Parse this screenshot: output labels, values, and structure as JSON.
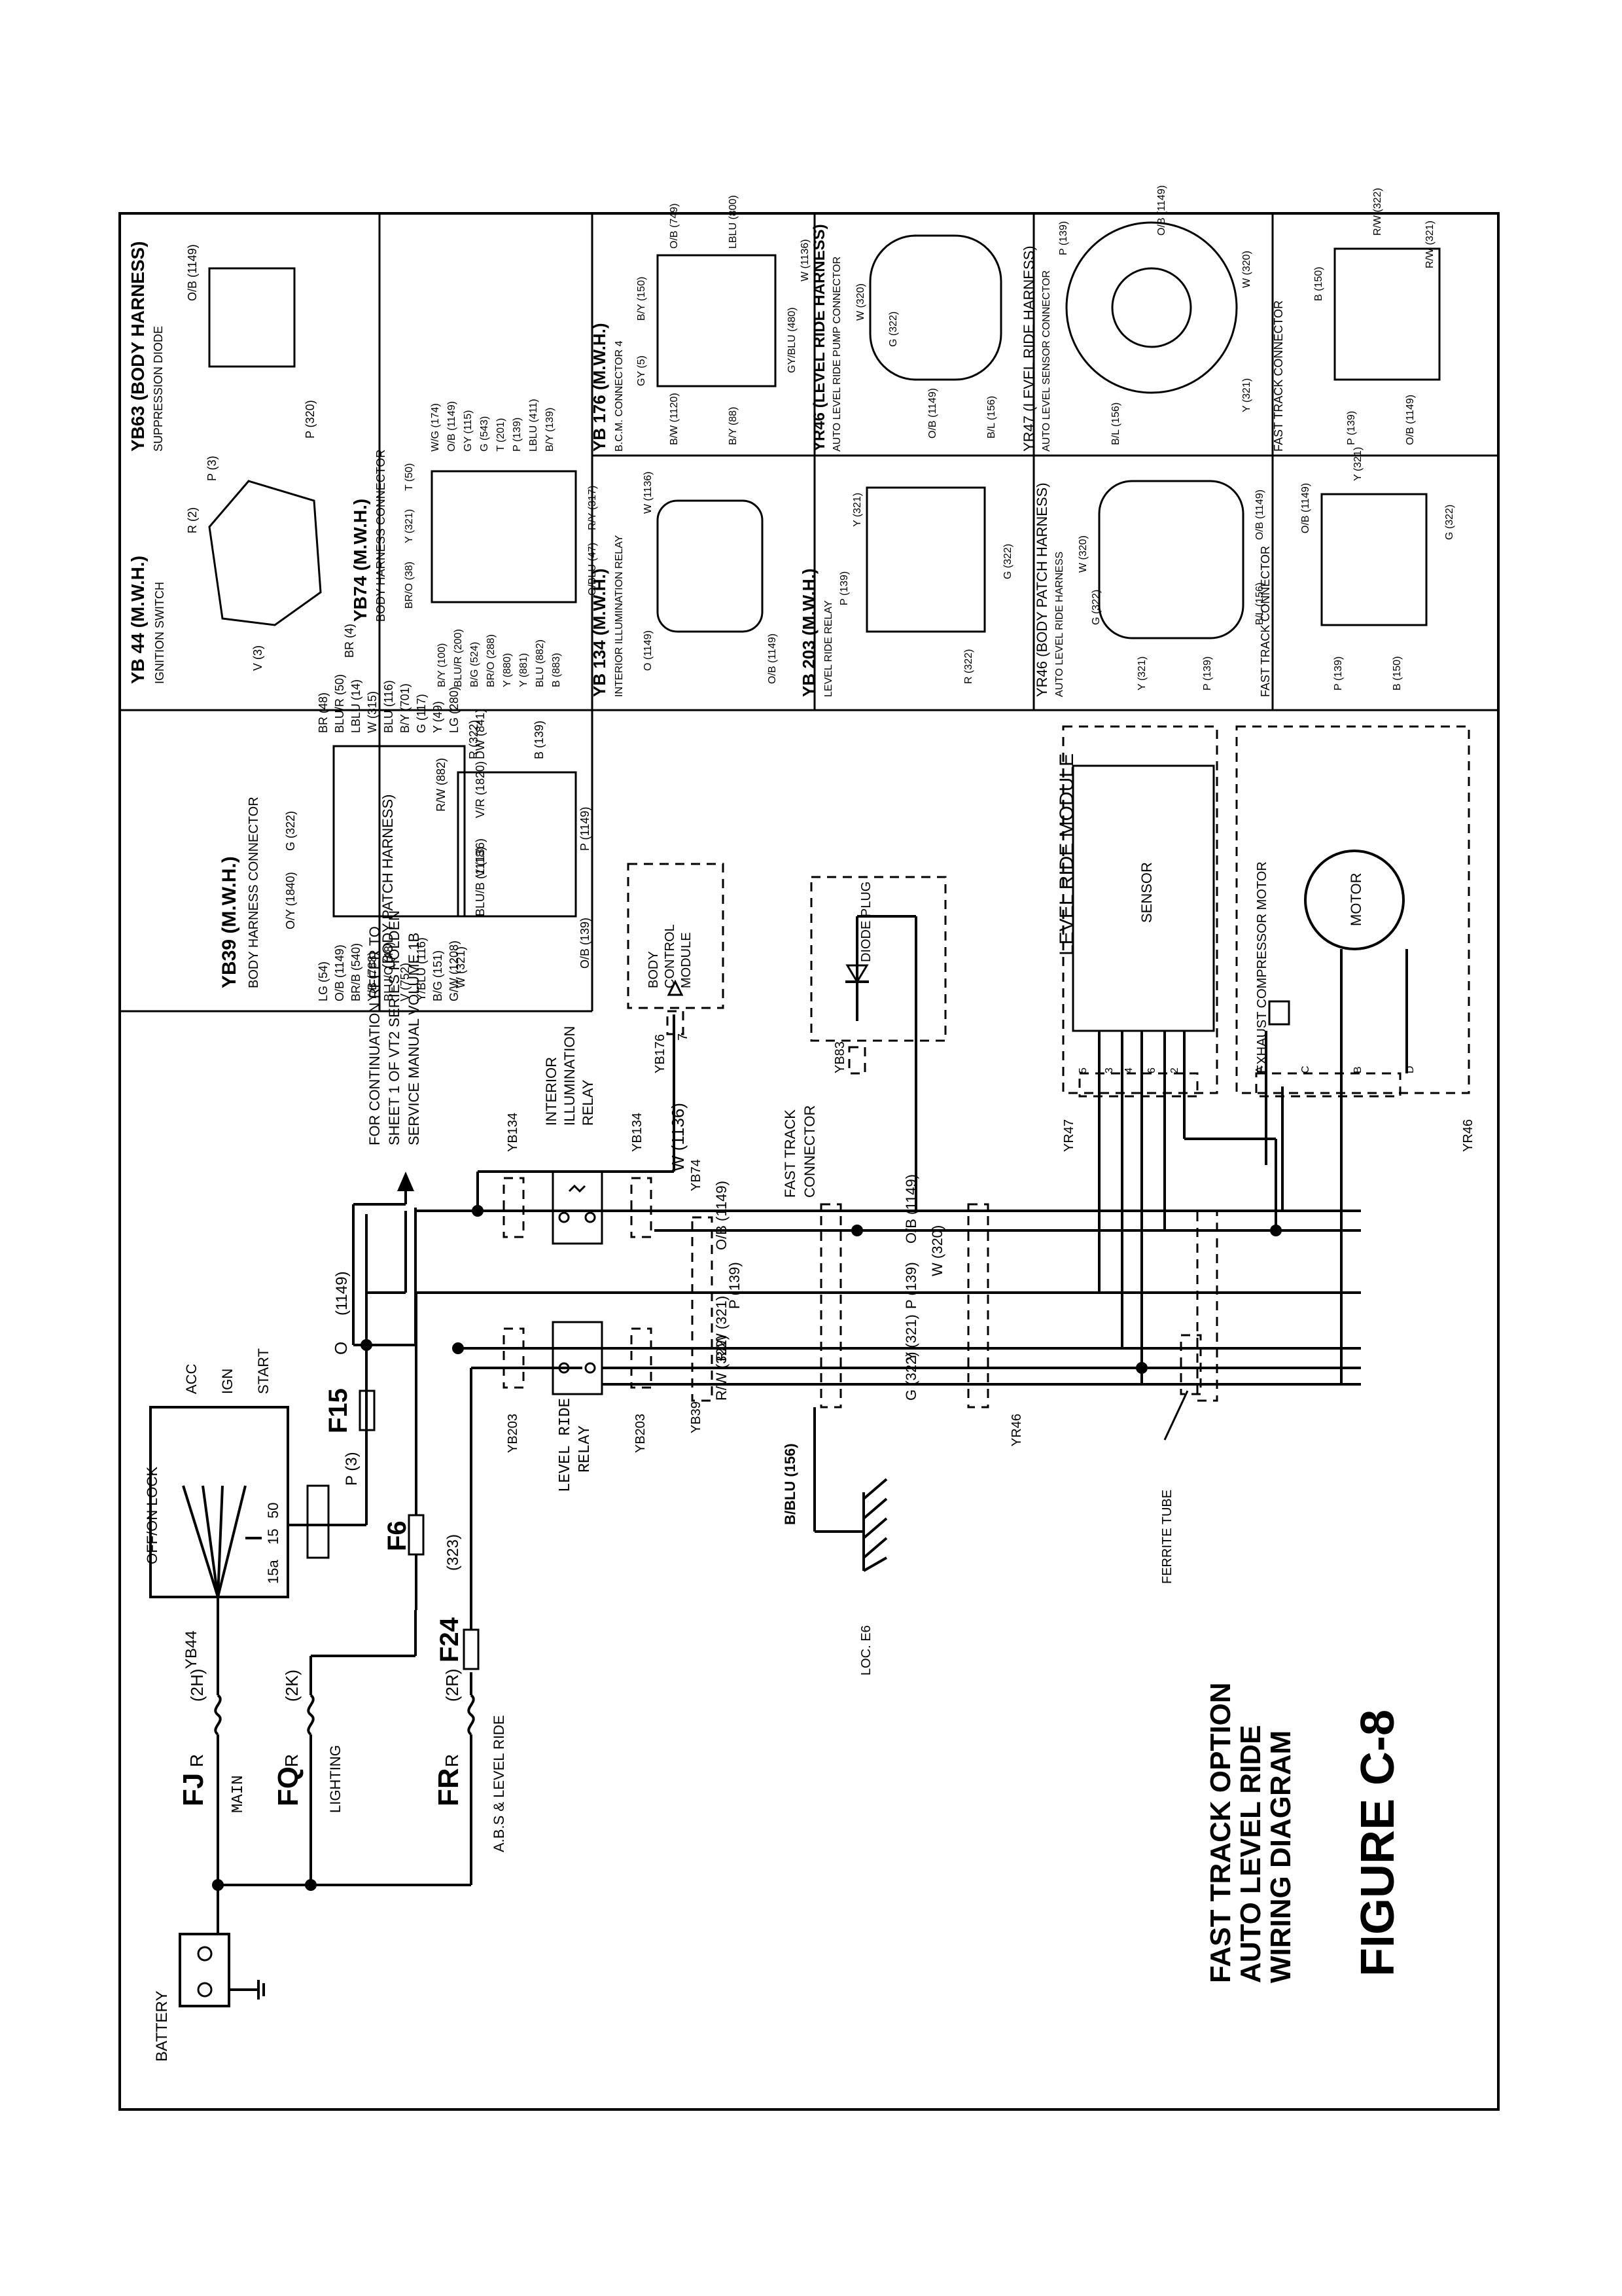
{
  "figure": {
    "title_lines": [
      "FAST TRACK OPTION",
      "AUTO LEVEL RIDE",
      "WIRING DIAGRAM"
    ],
    "figure_label": "FIGURE C-8"
  },
  "power": {
    "battery": "BATTERY",
    "fuses_main": [
      {
        "id": "FJ",
        "color": "R",
        "wire": "(2H)",
        "desc": "MAIN"
      },
      {
        "id": "FQ",
        "color": "R",
        "wire": "(2K)",
        "desc": "LIGHTING"
      },
      {
        "id": "FR",
        "color": "R",
        "wire": "(2R)",
        "desc": "A.B.S & LEVEL RIDE"
      }
    ],
    "ignition_connector": "YB44",
    "ignition_positions": [
      "OFF/ON LOCK",
      "ACC",
      "IGN",
      "START"
    ],
    "ignition_terminals": [
      "15a",
      "15",
      "50"
    ],
    "ignition_out": "P (3)",
    "fuses_dash": [
      {
        "id": "F15",
        "color": "O",
        "wire": "(1149)"
      },
      {
        "id": "F6",
        "color": "",
        "wire": ""
      },
      {
        "id": "F24",
        "color": "",
        "wire": "(323)"
      }
    ],
    "continuation_note": [
      "FOR CONTINUATION REFER TO",
      "SHEET 1 OF VT2 SERIES HOLDEN",
      "SERVICE MANUAL VOLUME 1B"
    ]
  },
  "relays": {
    "interior": {
      "label_lines": [
        "INTERIOR",
        "ILLUMINATION",
        "RELAY"
      ],
      "conn_a": "YB134",
      "conn_b": "YB134"
    },
    "level_ride": {
      "label_lines": [
        "LEVEL RIDE",
        "RELAY"
      ],
      "conn_a": "YB203",
      "conn_b": "YB203"
    }
  },
  "modules": {
    "body_control": {
      "label_lines": [
        "BODY",
        "CONTROL",
        "MODULE"
      ],
      "conn": "YB176",
      "wire": "W (1136)",
      "pin": "7"
    },
    "diode_plug": {
      "label": "DIODE PLUG",
      "conn": "YB83"
    },
    "level_ride_module": {
      "label": "LEVEL RIDE MODULE",
      "sensor": "SENSOR",
      "motor": "MOTOR",
      "compressor": "EXHAUST COMPRESSOR MOTOR",
      "conn_a": "YR47",
      "conn_b": "YR46",
      "pins_a": [
        "5",
        "3",
        "4",
        "6",
        "2"
      ],
      "pins_b": [
        "A",
        "C",
        "B",
        "D"
      ]
    }
  },
  "wires": {
    "ob_1149": "O/B (1149)",
    "w_320": "W (320)",
    "p_139": "P (139)",
    "rw_321": "R/W (321)",
    "y_321": "Y (321)",
    "rw_322": "R/W (322)",
    "g_322": "G (322)",
    "ground_wire": "B/BLU (156)",
    "ground_loc": "LOC. E6",
    "fast_track": [
      "FAST TRACK",
      "CONNECTOR"
    ],
    "yb74": "YB74",
    "yb39": "YB39",
    "yr46": "YR46",
    "ferrite": "FERRITE TUBE"
  },
  "connectors": [
    {
      "title": "YB39 (M.W.H.)",
      "sub": "BODY HARNESS CONNECTOR",
      "pins": [
        "LG (54)",
        "O/B (1149)",
        "BR/B (540)",
        "Y/B (788)",
        "BLU/O (48)",
        "V (752)",
        "Y/BLU (116)",
        "B/G (151)",
        "G/W (1208)",
        "O/Y (1840)",
        "G (322)",
        "BR (48)",
        "BLU/R (50)",
        "LBLU (14)",
        "W (315)",
        "BLU (116)",
        "B/Y (701)",
        "G (117)",
        "Y (49)",
        "LG (280)",
        "V/R (1820)",
        "V (136)",
        "BLU/B (1118)",
        "DW (841)"
      ]
    },
    {
      "title": "(BODY PATCH HARNESS)",
      "sub": "",
      "pins": [
        "R/W (882)",
        "R (322)",
        "W (321)",
        "B (139)",
        "O/B (139)",
        "P (1149)"
      ]
    },
    {
      "title": "YB 44 (M.W.H.)",
      "sub": "IGNITION SWITCH",
      "pins": [
        "V (3)",
        "R (2)",
        "P (3)",
        "BR (4)"
      ]
    },
    {
      "title": "YB74 (M.W.H.)",
      "sub": "BODY HARNESS CONNECTOR",
      "pins": [
        "B/Y (100)",
        "BLU/R (200)",
        "B/G (524)",
        "BR/O (288)",
        "Y (880)",
        "Y (881)",
        "BLU (882)",
        "B (883)",
        "BR/O (38)",
        "Y (321)",
        "T (50)",
        "W/G (174)",
        "O/B (1149)",
        "GY (115)",
        "G (543)",
        "T (201)",
        "P (139)",
        "LBLU (411)",
        "B/Y (139)",
        "R/Y (317)",
        "O/BLU (47)"
      ]
    },
    {
      "title": "YB 134 (M.W.H.)",
      "sub": "INTERIOR ILLUMINATION RELAY",
      "pins": [
        "O (1149)",
        "W (1136)",
        "O/B (1149)"
      ]
    },
    {
      "title": "YB 203 (M.W.H.)",
      "sub": "LEVEL RIDE RELAY",
      "pins": [
        "P (139)",
        "Y (321)",
        "R (322)",
        "G (322)"
      ]
    },
    {
      "title": "YB63 (BODY HARNESS)",
      "sub": "SUPPRESSION DIODE",
      "pins": [
        "O/B (1149)",
        "P (320)"
      ]
    },
    {
      "title": "YB 176 (M.W.H.)",
      "sub": "B.C.M. CONNECTOR 4",
      "pins": [
        "GY (5)",
        "B/W (1120)",
        "B/Y (88)",
        "B/Y (150)",
        "O/B (749)",
        "LBLU (800)",
        "GY/BLU (480)",
        "W (1136)"
      ]
    },
    {
      "title": "YR46 (LEVEL RIDE HARNESS)",
      "sub": "AUTO LEVEL RIDE PUMP CONNECTOR",
      "pins": [
        "W (320)",
        "G (322)",
        "O/B (1149)",
        "B/L (156)"
      ]
    },
    {
      "title": "YR46 (BODY PATCH HARNESS)",
      "sub": "AUTO LEVEL RIDE HARNESS",
      "pins": [
        "W (320)",
        "G (322)",
        "Y (321)",
        "P (139)",
        "B/L (156)",
        "O/B (1149)"
      ]
    },
    {
      "title": "YR47 (LEVEL RIDE HARNESS)",
      "sub": "AUTO LEVEL SENSOR CONNECTOR",
      "pins": [
        "P (139)",
        "O/B (1149)",
        "W (320)",
        "Y (321)",
        "B/L (156)"
      ]
    },
    {
      "title": "FAST TRACK CONNECTOR",
      "sub": "",
      "pins": [
        "P (139)",
        "B (150)",
        "O/B (1149)",
        "Y (321)",
        "G (322)"
      ]
    },
    {
      "title": "FAST TRACK CONNECTOR",
      "sub": "",
      "pins": [
        "P (139)",
        "B (150)",
        "O/B (1149)",
        "R/W (321)",
        "R/W (322)"
      ]
    }
  ]
}
